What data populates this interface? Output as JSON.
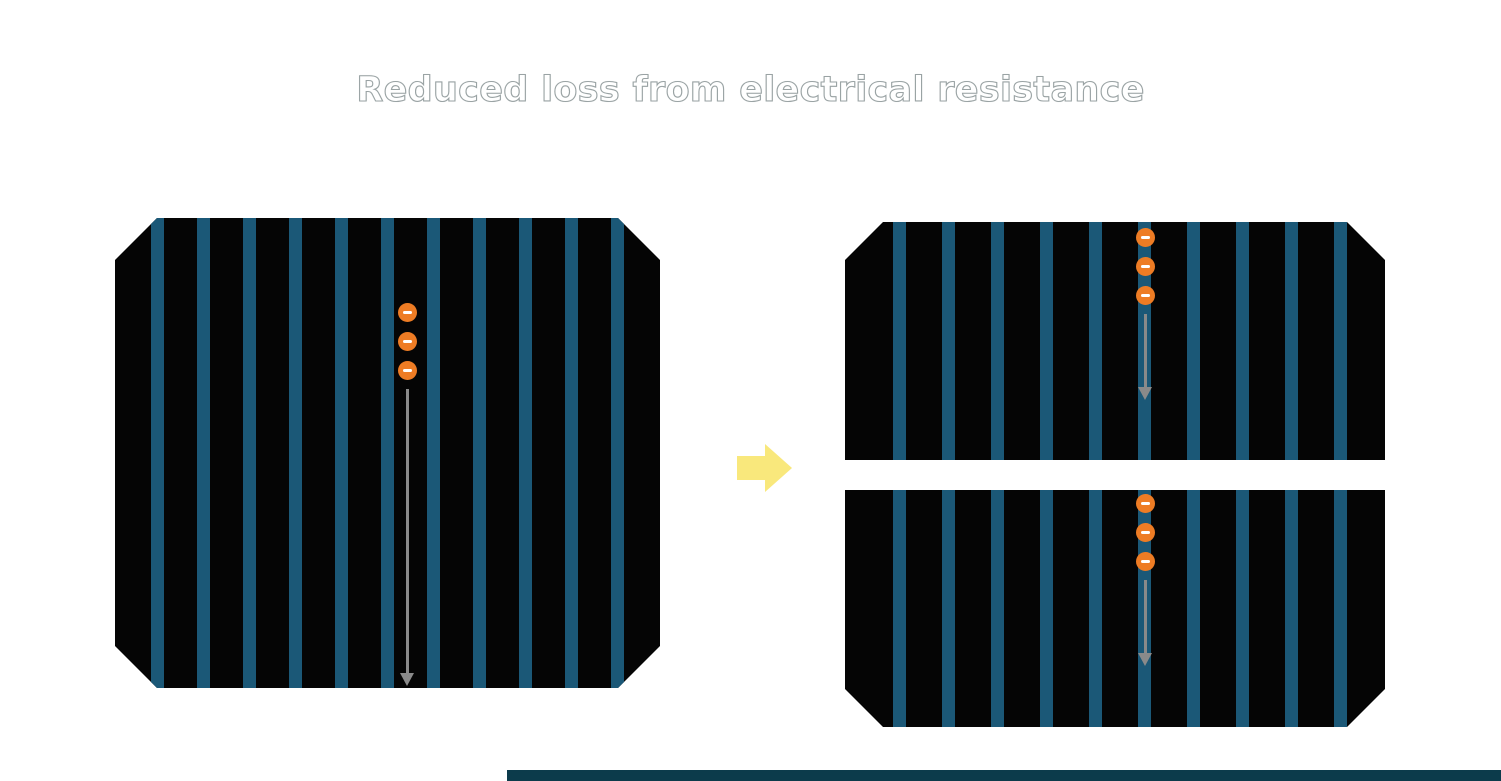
{
  "title": "Reduced loss from electrical resistance",
  "colors": {
    "background": "#ffffff",
    "title_text": "#ffffff",
    "title_outline": "#9aa3a4",
    "cell_body": "#050505",
    "cell_stripe": "#1b5877",
    "electron_fill": "#ee7c24",
    "electron_minus": "#ffffff",
    "flow_arrow": "#8a8a8a",
    "transform_arrow": "#f9e87c",
    "bottom_bar": "#0c3b4b"
  },
  "diagram": {
    "full_cell": {
      "name": "full-solar-cell",
      "electron_count": 3
    },
    "half_cell_top": {
      "name": "half-solar-cell-top",
      "electron_count": 3
    },
    "half_cell_bottom": {
      "name": "half-solar-cell-bottom",
      "electron_count": 3
    }
  },
  "icons": {
    "electron": "minus-charge-electron-icon",
    "flow_arrow": "downward-arrow-icon",
    "transform_arrow": "rightward-block-arrow-icon"
  }
}
